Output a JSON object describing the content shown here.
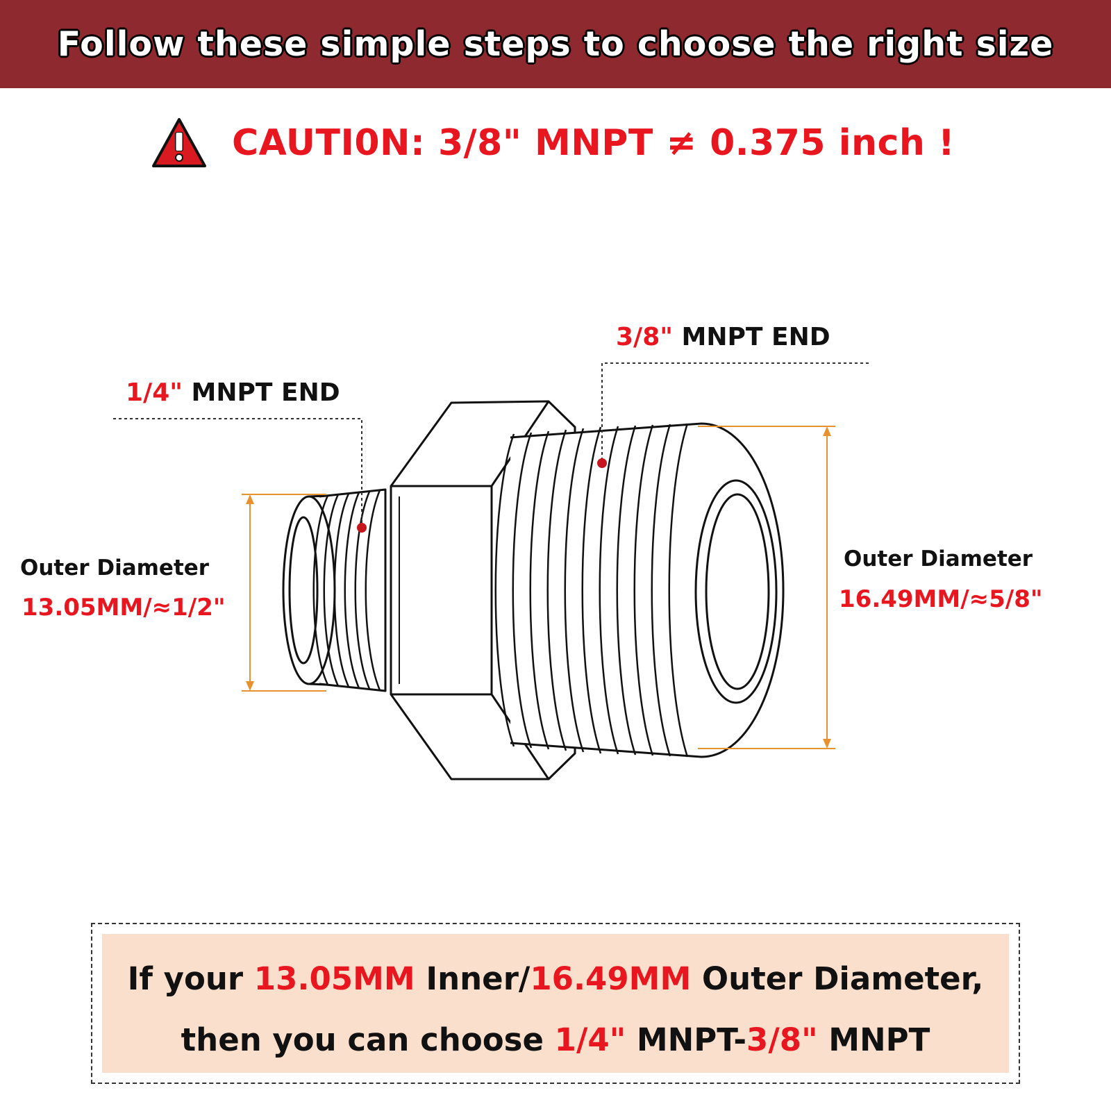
{
  "header": {
    "title": "Follow these simple steps to choose the right size"
  },
  "caution": {
    "icon": "warning-icon",
    "text": "CAUTI0N: 3/8\" MNPT ≠ 0.375 inch !"
  },
  "right_end": {
    "size": "3/8\"",
    "label": " MNPT END"
  },
  "left_end": {
    "size": "1/4\"",
    "label": " MNPT END"
  },
  "left_od": {
    "title": "Outer Diameter",
    "value": "13.05MM/≈1/2\""
  },
  "right_od": {
    "title": "Outer Diameter",
    "value": "16.49MM/≈5/8\""
  },
  "info": {
    "line1": {
      "p1": "If your ",
      "v1": "13.05MM",
      "p2": " Inner/",
      "v2": "16.49MM",
      "p3": " Outer Diameter,"
    },
    "line2": {
      "p1": "then you can choose ",
      "v1": "1/4\"",
      "p2": " MNPT-",
      "v2": "3/8\"",
      "p3": " MNPT"
    }
  },
  "colors": {
    "header_bg": "#8e2a2f",
    "accent_red": "#e8161f",
    "dimension_orange": "#e8912f",
    "info_bg": "#fadfcc"
  }
}
